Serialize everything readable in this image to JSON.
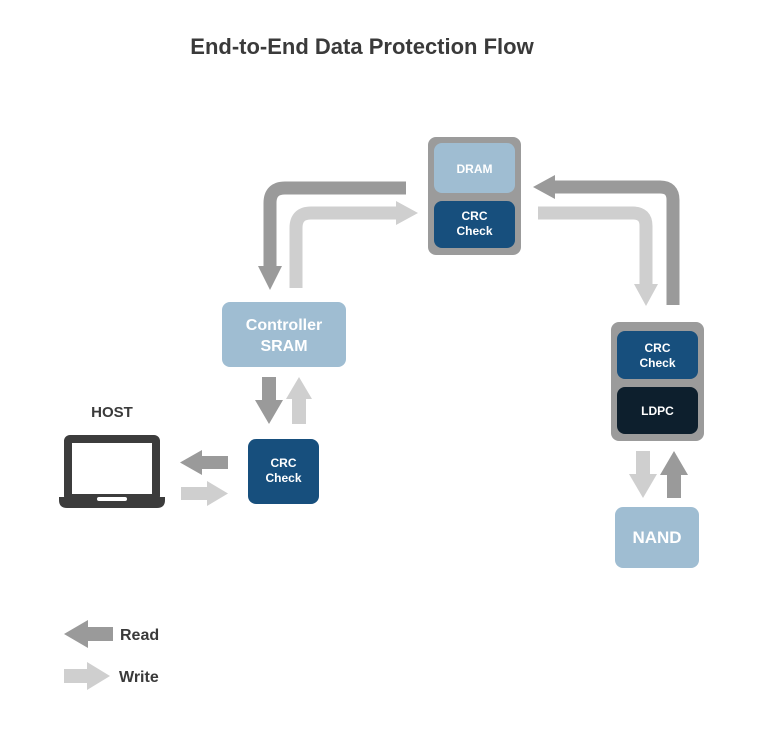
{
  "title": "End-to-End Data Protection Flow",
  "colors": {
    "read_arrow": "#9a9a9a",
    "write_arrow": "#cfcfcf",
    "light_block": "#9fbdd2",
    "dark_block": "#174f7d",
    "darkest_block": "#0d1f2d",
    "container": "#9b9b9b",
    "title_text": "#3a3a3a",
    "host_icon": "#3c3c3c"
  },
  "nodes": {
    "dram_group": {
      "dram": "DRAM",
      "crc_line1": "CRC",
      "crc_line2": "Check"
    },
    "controller_sram": {
      "line1": "Controller",
      "line2": "SRAM"
    },
    "host_crc": {
      "line1": "CRC",
      "line2": "Check"
    },
    "host": {
      "label": "HOST",
      "icon": "laptop-icon"
    },
    "nand_group": {
      "crc_line1": "CRC",
      "crc_line2": "Check",
      "ldpc": "LDPC"
    },
    "nand": {
      "label": "NAND"
    }
  },
  "legend": {
    "read": "Read",
    "write": "Write"
  }
}
